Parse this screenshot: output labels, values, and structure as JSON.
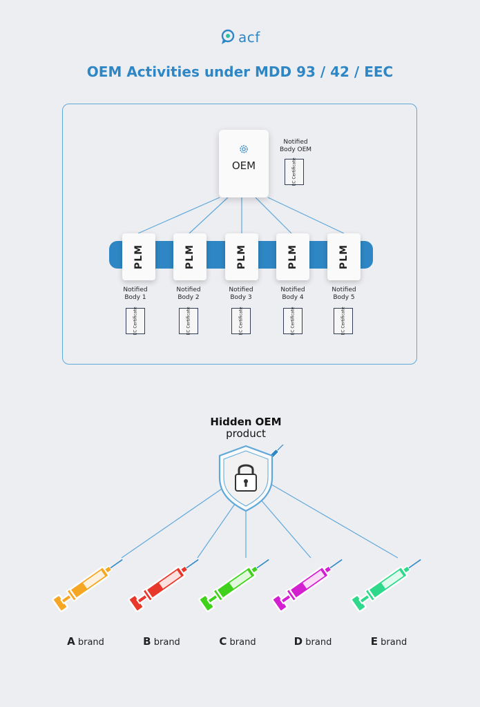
{
  "logo": {
    "text": "acf"
  },
  "title": "OEM Activities under MDD 93 / 42 / EEC",
  "oem": {
    "label": "OEM",
    "notified_body": "Notified Body OEM",
    "certificate": "EC Certificate"
  },
  "plms": [
    {
      "number": "1",
      "label": "PLM",
      "notified_body_line1": "Notified",
      "notified_body_line2": "Body 1",
      "certificate": "EC Certificate"
    },
    {
      "number": "2",
      "label": "PLM",
      "notified_body_line1": "Notified",
      "notified_body_line2": "Body 2",
      "certificate": "EC Certificate"
    },
    {
      "number": "3",
      "label": "PLM",
      "notified_body_line1": "Notified",
      "notified_body_line2": "Body 3",
      "certificate": "EC Certificate"
    },
    {
      "number": "4",
      "label": "PLM",
      "notified_body_line1": "Notified",
      "notified_body_line2": "Body 4",
      "certificate": "EC Certificate"
    },
    {
      "number": "5",
      "label": "PLM",
      "notified_body_line1": "Notified",
      "notified_body_line2": "Body 5",
      "certificate": "EC Certificate"
    }
  ],
  "hidden_oem": {
    "bold": "Hidden OEM",
    "normal": "product"
  },
  "brands": [
    {
      "letter": "A",
      "word": "brand",
      "color": "#f5a623"
    },
    {
      "letter": "B",
      "word": "brand",
      "color": "#e8372b"
    },
    {
      "letter": "C",
      "word": "brand",
      "color": "#3fd11c"
    },
    {
      "letter": "D",
      "word": "brand",
      "color": "#d41fd1"
    },
    {
      "letter": "E",
      "word": "brand",
      "color": "#2fd98b"
    }
  ],
  "colors": {
    "accent": "#2e87c4",
    "frame": "#5ea8da",
    "background": "#edeef2"
  }
}
